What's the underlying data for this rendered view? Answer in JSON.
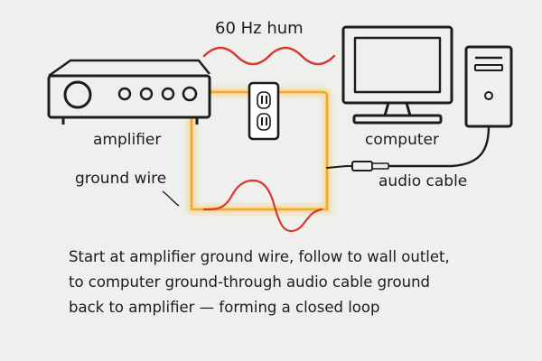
{
  "labels": {
    "hum": "60 Hz hum",
    "amplifier": "amplifier",
    "computer": "computer",
    "ground_wire": "ground wire",
    "audio_cable": "audio cable"
  },
  "caption": {
    "line1": "Start at amplifier ground wire, follow to wall outlet,",
    "line2": "to computer ground-through audio cable ground",
    "line3": "back to amplifier — forming a closed loop"
  },
  "colors": {
    "background": "#efefed",
    "line": "#1c1c1c",
    "hum_wave": "#d8382e",
    "ground_loop_glow": "#f5c24a",
    "ground_loop_core": "#f09a2c"
  },
  "icons": [
    "amplifier-icon",
    "wall-outlet-icon",
    "computer-monitor-icon",
    "computer-tower-icon",
    "audio-plug-icon"
  ]
}
